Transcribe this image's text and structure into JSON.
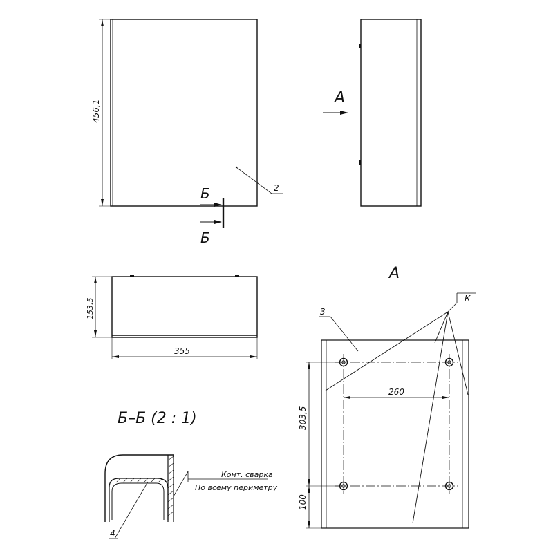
{
  "front_view": {
    "height_dim": "456,1",
    "part_callout": "2",
    "section_mark_top": "Б",
    "section_mark_bottom": "Б"
  },
  "side_view": {
    "view_arrow_label": "А"
  },
  "top_view": {
    "depth_dim": "153,5",
    "width_dim": "355"
  },
  "view_a": {
    "title": "А",
    "part_callout": "3",
    "callout_cut": "К",
    "horizontal_dim": "260",
    "vertical_dim": "303,5",
    "bottom_dim": "100"
  },
  "section_bb": {
    "title": "Б–Б (2 : 1)",
    "weld_note_line1": "Конт. сварка",
    "weld_note_line2": "По всему периметру",
    "part_callout": "4"
  }
}
